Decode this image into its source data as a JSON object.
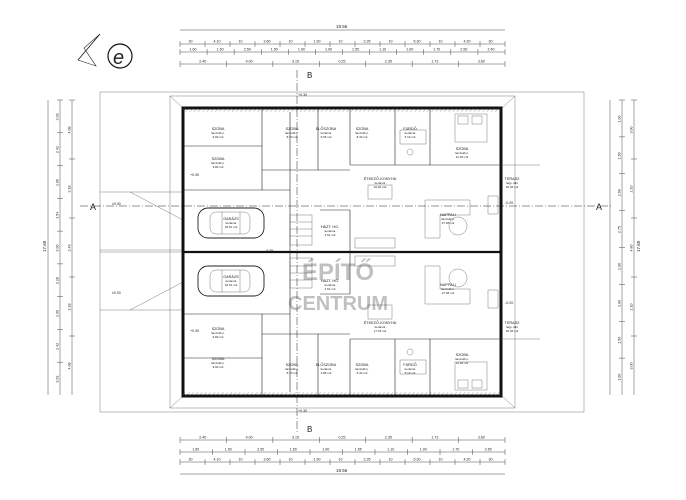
{
  "north_label": "e",
  "section_marks": {
    "a": "A",
    "b": "B"
  },
  "dims": {
    "total_width": "19.56",
    "top_row1": [
      "30",
      "4.10",
      "10",
      "3.60",
      "10",
      "1.90",
      "10",
      "2.35",
      "10",
      "5.30",
      "10",
      "4.20",
      "30"
    ],
    "top_row2": [
      "1.60",
      "1.50",
      "2.50",
      "1.50",
      "1.90",
      "1.90",
      "1.55",
      "1.10",
      "1.00",
      "1.70",
      "2.50",
      "2.40"
    ],
    "top_row3": [
      "2.40",
      "4.00",
      "3.15",
      "0.25",
      "2.35",
      "1.73",
      "3.60"
    ],
    "bottom_row1": [
      "2.40",
      "4.00",
      "3.15",
      "0.25",
      "2.35",
      "1.73",
      "3.60"
    ],
    "bottom_row2": [
      "1.60",
      "1.50",
      "2.50",
      "1.50",
      "1.90",
      "1.55",
      "1.10",
      "1.00",
      "1.70",
      "2.50"
    ],
    "bottom_row3": [
      "30",
      "4.10",
      "10",
      "3.60",
      "10",
      "1.90",
      "10",
      "2.35",
      "10",
      "5.30",
      "10",
      "4.20",
      "30"
    ],
    "total_height": "17.60",
    "left_outer": [
      "3.03",
      "2.42",
      "1.00",
      "1.54",
      "3.00",
      "3.28",
      "1.00",
      "2.42",
      "3.03"
    ],
    "left_inner": [
      "4.08",
      "3.18",
      "2.49",
      "3.18",
      "4.08"
    ],
    "right_outer": [
      "1.60",
      "1.50",
      "2.60",
      "2.75",
      "1.00",
      "2.60",
      "1.50",
      "1.60"
    ],
    "right_inner": [
      "3.00",
      "2.10",
      "4.80",
      "2.10",
      "3.00"
    ]
  },
  "units": {
    "top": [
      {
        "name": "SZOBA",
        "floor": "laminált p.",
        "area": "9.90 m2"
      },
      {
        "name": "SZOBA",
        "floor": "laminált p.",
        "area": "9.80 m2"
      },
      {
        "name": "SZOBA",
        "floor": "laminált p.",
        "area": "8.70 m2"
      },
      {
        "name": "ELŐSZOBA",
        "floor": "kerámia",
        "area": "5.65 m2"
      },
      {
        "name": "SZOBA",
        "floor": "laminált p.",
        "area": "8.40 m2"
      },
      {
        "name": "FÜRDŐ",
        "floor": "kerámia",
        "area": "5.13 m2"
      },
      {
        "name": "SZOBA",
        "floor": "laminált p.",
        "area": "12.90 m2"
      },
      {
        "name": "GARÁZS",
        "floor": "kerámia",
        "area": "18.61 m2"
      },
      {
        "name": "ÉTKEZŐ-KONYHA",
        "floor": "kerámia",
        "area": "16.00 m2"
      },
      {
        "name": "HÁZT. HG.",
        "floor": "kerámia",
        "area": "4.51 m2"
      },
      {
        "name": "NAPPALI",
        "floor": "laminált p.",
        "area": "27.96 m2"
      },
      {
        "name": "TERASZ",
        "floor": "fagy. álló",
        "area": "30.95 m2"
      }
    ],
    "bottom": [
      {
        "name": "GARÁZS",
        "floor": "kerámia",
        "area": "18.61 m2"
      },
      {
        "name": "HÁZT. HG.",
        "floor": "kerámia",
        "area": "4.51 m2"
      },
      {
        "name": "NAPPALI",
        "floor": "laminált p.",
        "area": "27.96 m2"
      },
      {
        "name": "ÉTKEZŐ-KONYHA",
        "floor": "kerámia",
        "area": "17.03 m2"
      },
      {
        "name": "SZOBA",
        "floor": "laminált p.",
        "area": "9.80 m2"
      },
      {
        "name": "SZOBA",
        "floor": "laminált p.",
        "area": "9.90 m2"
      },
      {
        "name": "SZOBA",
        "floor": "laminált p.",
        "area": "8.70 m2"
      },
      {
        "name": "ELŐSZOBA",
        "floor": "kerámia",
        "area": "3.85 m2"
      },
      {
        "name": "SZOBA",
        "floor": "laminált p.",
        "area": "9.40 m2"
      },
      {
        "name": "FÜRDŐ",
        "floor": "kerámia",
        "area": "5.13 m2"
      },
      {
        "name": "SZOBA",
        "floor": "laminált p.",
        "area": "12.90 m2"
      },
      {
        "name": "TERASZ",
        "floor": "fagy. álló",
        "area": "30.95 m2"
      }
    ]
  },
  "levels": {
    "plus30": "+0.30",
    "zero": "±0.00",
    "minus5": "-0.05",
    "minus20": "-0.20"
  },
  "watermark": {
    "line1": "ÉPÍTŐ",
    "line2": "CENTRUM"
  }
}
